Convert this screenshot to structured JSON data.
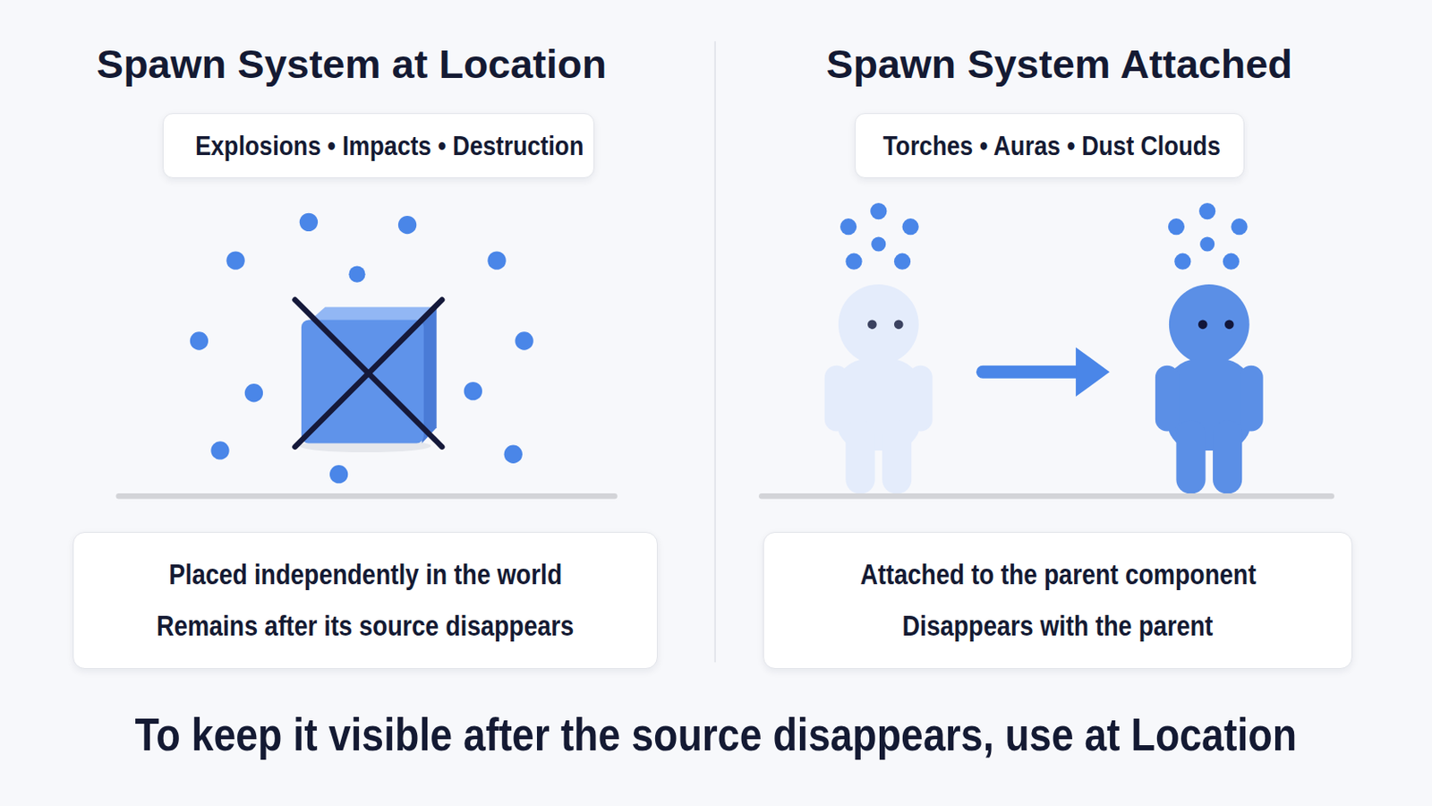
{
  "diagram": {
    "caption": "To keep it visible after the source disappears, use at Location",
    "nodes": [
      {
        "text": [
          "Explosions • Impacts • Destruction"
        ]
      },
      {
        "text": [
          "Placed independently in the world",
          "Remains after its source disappears"
        ]
      },
      {
        "text": [
          "Torches • Auras • Dust Clouds"
        ]
      },
      {
        "text": [
          "Attached to the parent component",
          "Disappears with the parent"
        ]
      }
    ],
    "labels": [
      "Spawn System at Location",
      "Spawn System Attached"
    ]
  }
}
